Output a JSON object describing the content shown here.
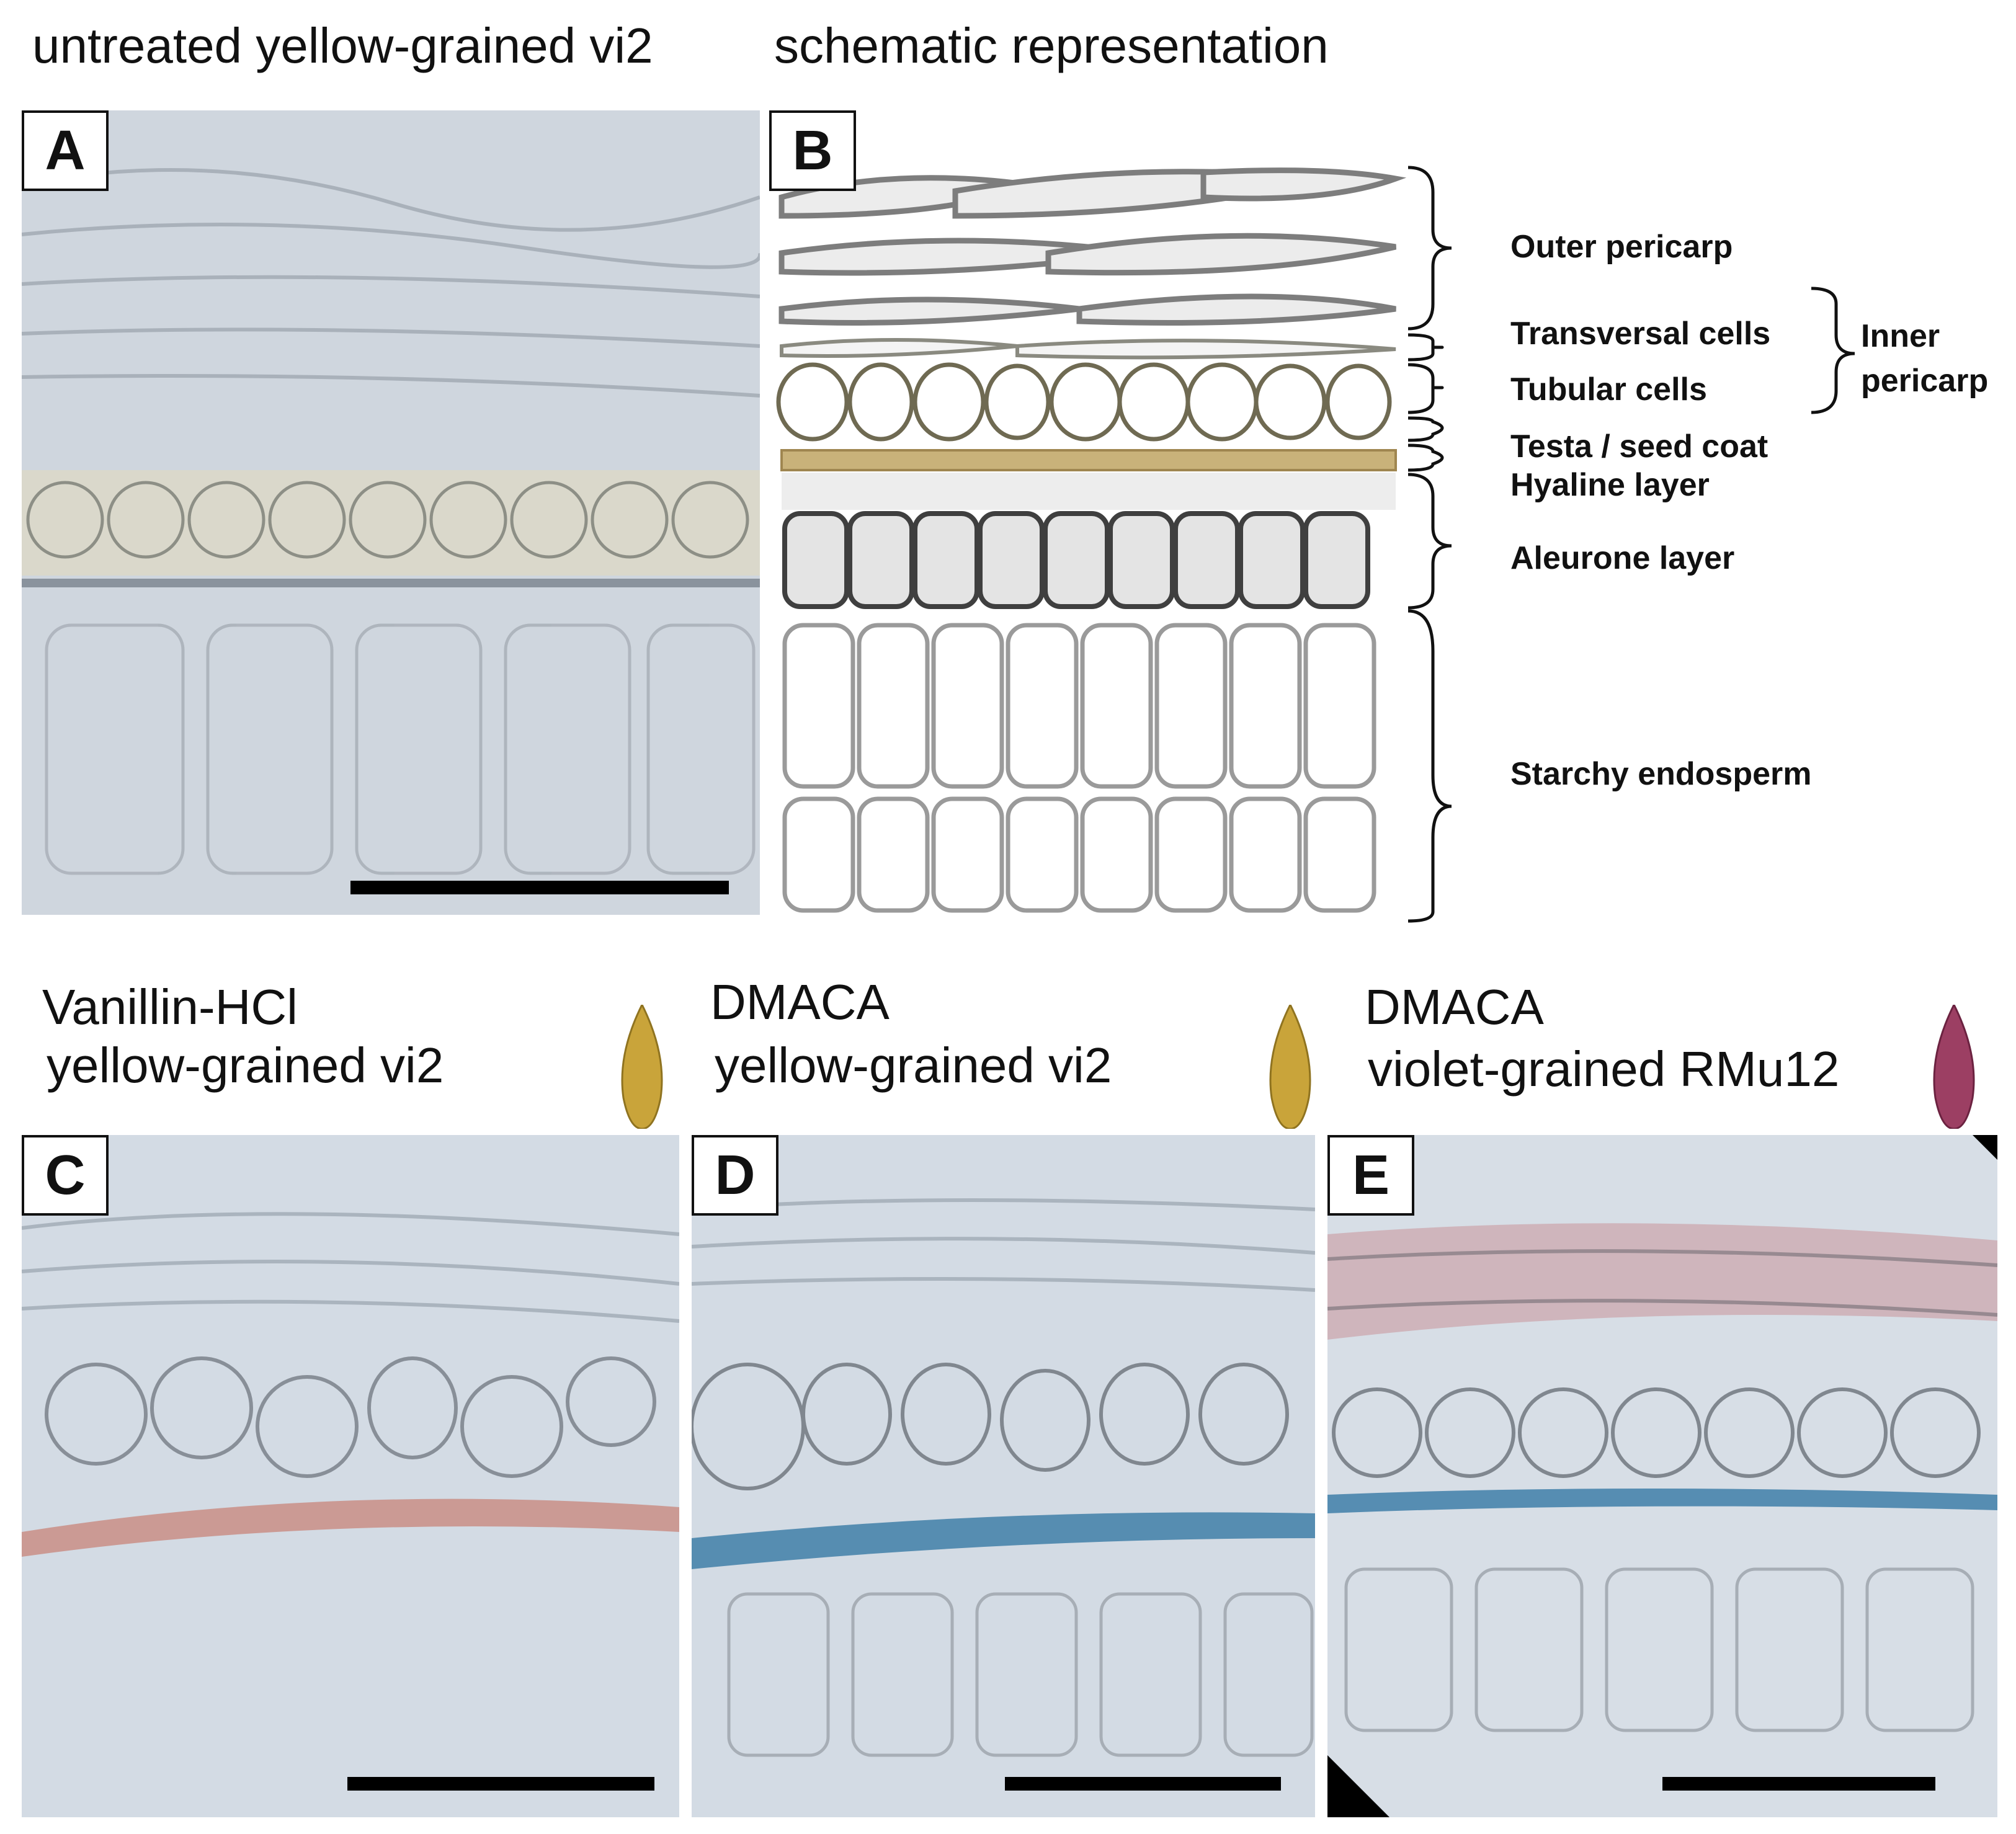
{
  "panels": {
    "A": {
      "letter": "A",
      "heading": "untreated yellow-grained vi2"
    },
    "B": {
      "letter": "B",
      "heading": "schematic representation"
    },
    "C": {
      "letter": "C",
      "heading_line1": "Vanillin-HCl",
      "heading_line2": "yellow-grained vi2"
    },
    "D": {
      "letter": "D",
      "heading_line1": "DMACA",
      "heading_line2": "yellow-grained vi2"
    },
    "E": {
      "letter": "E",
      "heading_line1": "DMACA",
      "heading_line2": "violet-grained RMu12"
    }
  },
  "schematic_labels": {
    "outer_pericarp": "Outer pericarp",
    "transversal_cells": "Transversal cells",
    "tubular_cells": "Tubular cells",
    "inner_pericarp_line1": "Inner",
    "inner_pericarp_line2": "pericarp",
    "testa": "Testa / seed coat",
    "hyaline": "Hyaline layer",
    "aleurone": "Aleurone layer",
    "starchy_endosperm": "Starchy endosperm"
  },
  "colors": {
    "yellow_grain": "#c9a43a",
    "violet_grain": "#9c3f63",
    "dmaca_stain": "#3f7fa8",
    "vanillin_stain": "#c98a80",
    "testa_layer": "#b59a5a"
  }
}
